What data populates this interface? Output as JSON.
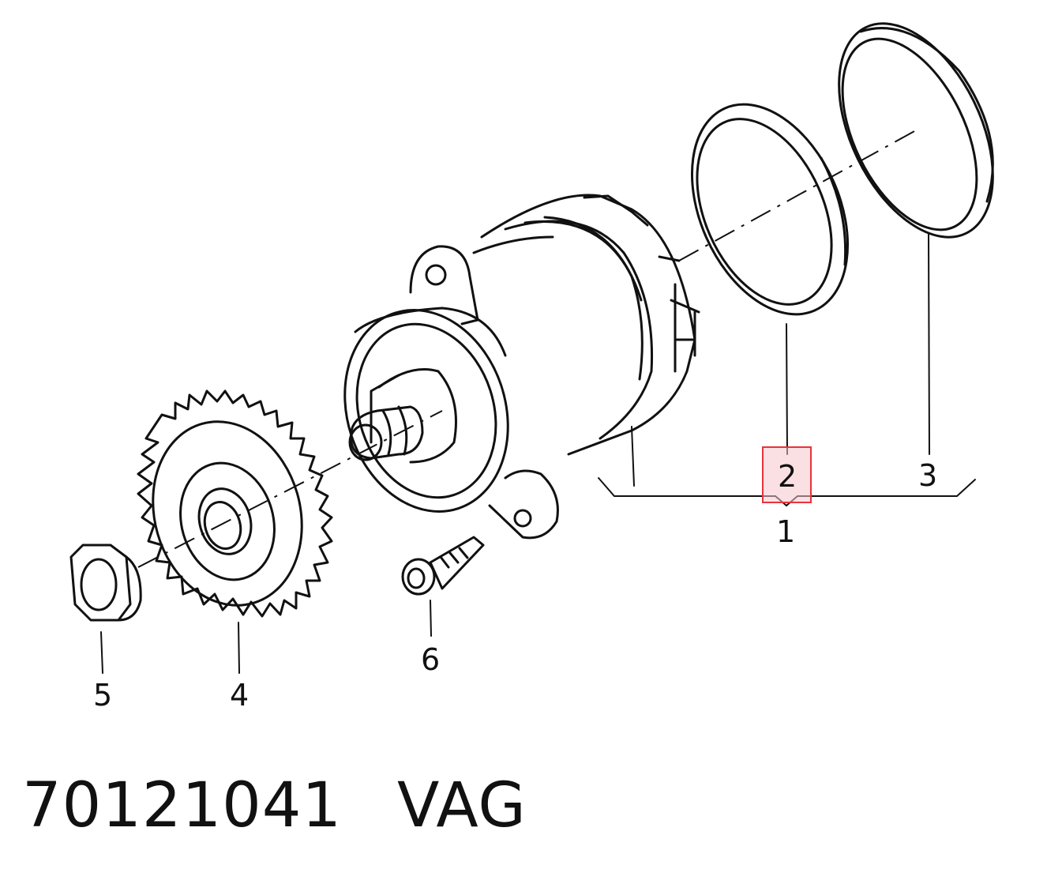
{
  "callouts": {
    "c1": "1",
    "c2": "2",
    "c3": "3",
    "c4": "4",
    "c5": "5",
    "c6": "6"
  },
  "highlight": {
    "target": "2",
    "color": "#e8343c",
    "fill": "#f5c6cc"
  },
  "footer": {
    "part_number": "70121041",
    "brand": "VAG"
  }
}
